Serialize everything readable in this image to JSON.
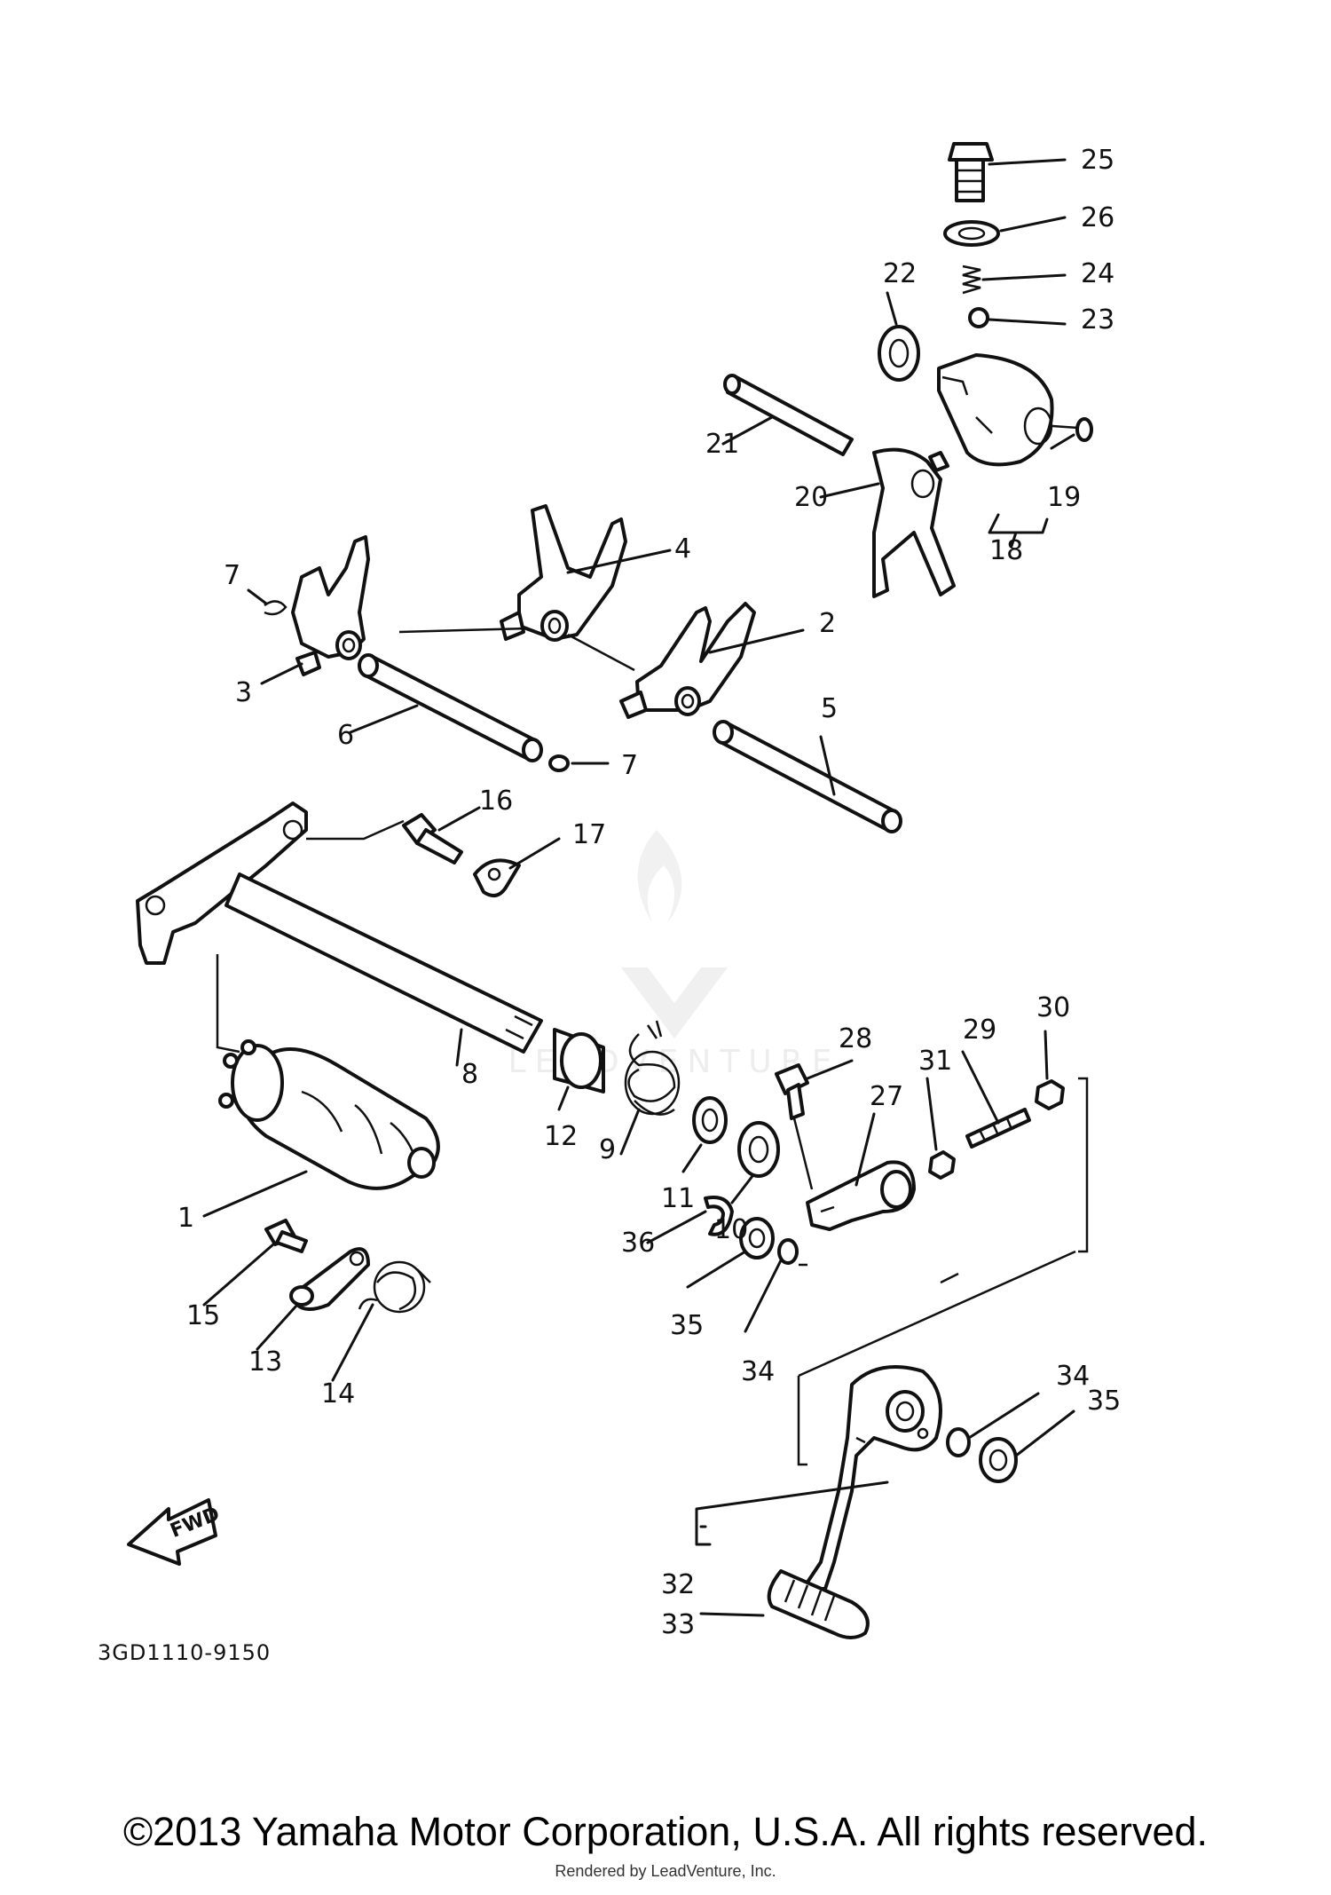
{
  "diagram": {
    "part_numbers": [
      "1",
      "2",
      "3",
      "4",
      "5",
      "6",
      "7",
      "7",
      "8",
      "9",
      "10",
      "11",
      "12",
      "13",
      "14",
      "15",
      "16",
      "17",
      "18",
      "19",
      "20",
      "21",
      "22",
      "23",
      "24",
      "25",
      "26",
      "27",
      "28",
      "29",
      "30",
      "31",
      "32",
      "33",
      "34",
      "34",
      "35",
      "35",
      "36"
    ],
    "figure_code": "3GD1110-9150",
    "fwd_label": "FWD",
    "watermark": "LEADVENTURE"
  },
  "footer": {
    "copyright": "©2013 Yamaha Motor Corporation, U.S.A. All rights reserved.",
    "rendered_by": "Rendered by LeadVenture, Inc."
  }
}
